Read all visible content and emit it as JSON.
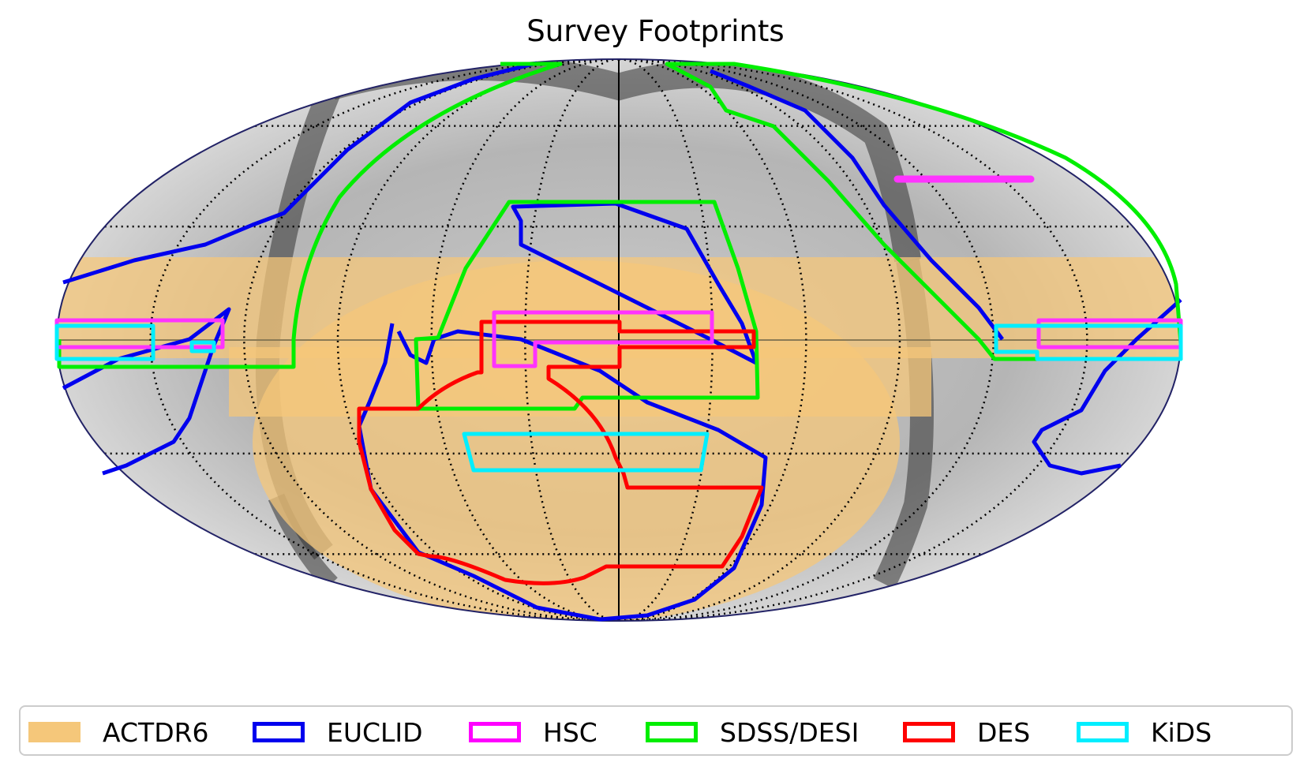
{
  "chart": {
    "title": "Survey Footprints",
    "projection": "Mollweide",
    "grid": true
  },
  "legend": [
    {
      "label": "ACTDR6",
      "color": "#f5c77a",
      "style": "fill"
    },
    {
      "label": "EUCLID",
      "color": "#0000ee",
      "style": "outline"
    },
    {
      "label": "HSC",
      "color": "#ff00ff",
      "style": "outline"
    },
    {
      "label": "SDSS/DESI",
      "color": "#00ee00",
      "style": "outline"
    },
    {
      "label": "DES",
      "color": "#ff0000",
      "style": "outline"
    },
    {
      "label": "KiDS",
      "color": "#00eeff",
      "style": "outline"
    }
  ]
}
